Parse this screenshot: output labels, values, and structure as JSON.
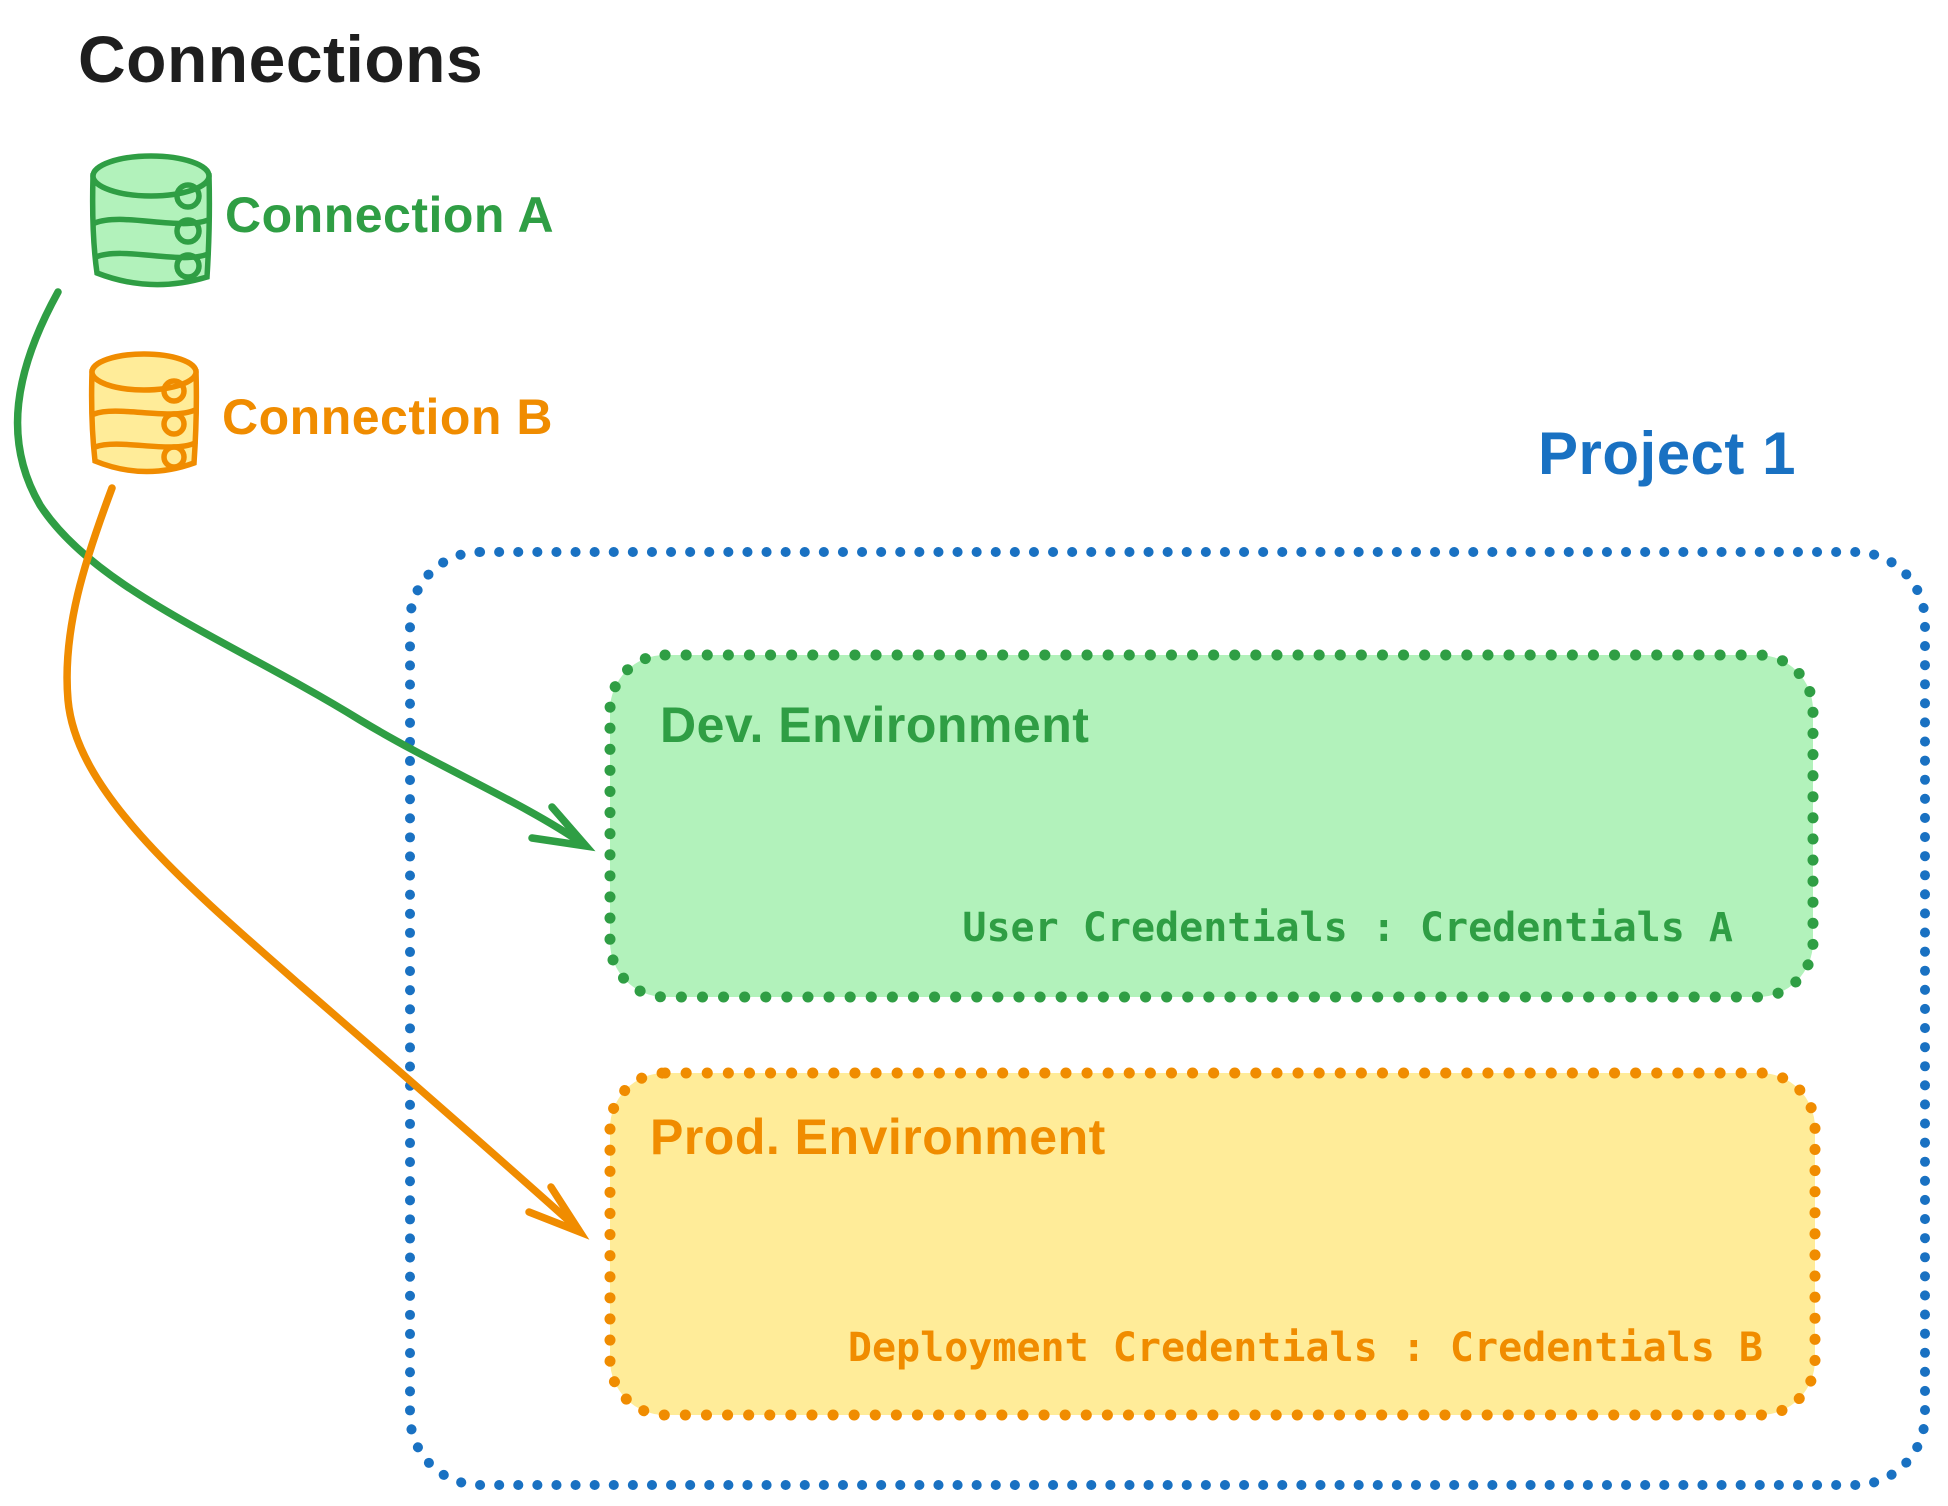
{
  "title": "Connections",
  "colors": {
    "green_stroke": "#2f9e44",
    "green_fill": "#b2f2bb",
    "orange_stroke": "#f08c00",
    "orange_fill": "#ffec99",
    "blue": "#1971c2",
    "black": "#1e1e1e"
  },
  "connections": [
    {
      "label": "Connection A",
      "icon": "database-cylinder-icon",
      "color": "#2f9e44",
      "fill": "#b2f2bb"
    },
    {
      "label": "Connection B",
      "icon": "database-cylinder-icon",
      "color": "#f08c00",
      "fill": "#ffec99"
    }
  ],
  "project": {
    "title": "Project 1",
    "border_color": "#1971c2",
    "environments": [
      {
        "name": "Dev. Environment",
        "credentials": "User Credentials : Credentials A",
        "stroke_color": "#2f9e44",
        "fill_color": "#b2f2bb",
        "linked_connection": "Connection A"
      },
      {
        "name": "Prod. Environment",
        "credentials": "Deployment Credentials : Credentials B",
        "stroke_color": "#f08c00",
        "fill_color": "#ffec99",
        "linked_connection": "Connection B"
      }
    ]
  }
}
